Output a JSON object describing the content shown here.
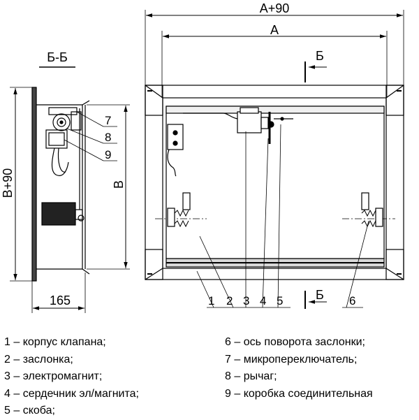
{
  "dimensions": {
    "overall_width": "A+90",
    "inner_width": "A",
    "overall_height": "B+90",
    "inner_height": "B",
    "depth": "165"
  },
  "section": {
    "title": "Б-Б",
    "marker_top": "Б",
    "marker_bottom": "Б"
  },
  "callouts": {
    "front": [
      "1",
      "2",
      "3",
      "4",
      "5",
      "6"
    ],
    "side": [
      "7",
      "8",
      "9"
    ]
  },
  "legend": {
    "left": [
      "1 – корпус клапана;",
      "2 – заслонка;",
      "3 – электромагнит;",
      "4 – сердечник эл/магнита;",
      "5 – скоба;"
    ],
    "right": [
      "6 – ось поворота заслонки;",
      "7 – микропереключатель;",
      "8 – рычаг;",
      "9 – коробка соединительная"
    ]
  }
}
